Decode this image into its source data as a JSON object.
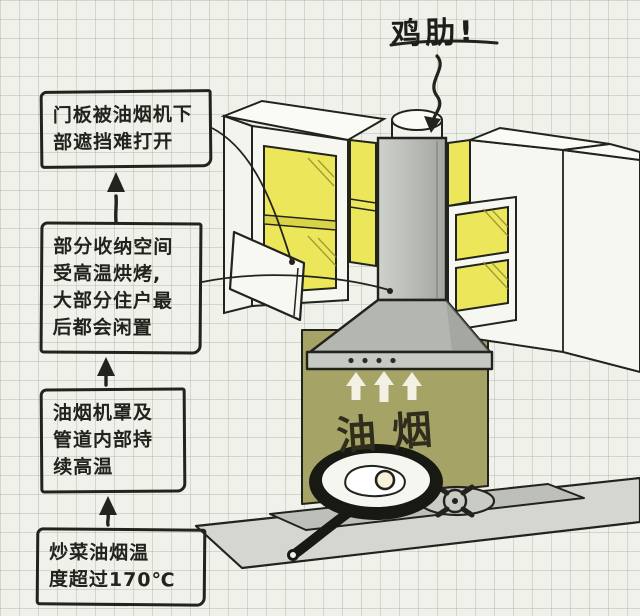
{
  "callouts": {
    "jilei": "鸡肋!",
    "fume": "油烟"
  },
  "boxes": [
    {
      "id": "door-blocked",
      "text": "门板被油烟机下\n部遮挡难打开"
    },
    {
      "id": "storage-baked",
      "text": "部分收纳空间\n受高温烘烤,\n大部分住户最\n后都会闲置"
    },
    {
      "id": "duct-hot",
      "text": "油烟机罩及\n管道内部持\n续高温"
    },
    {
      "id": "fume-temp",
      "text": "炒菜油烟温\n度超过170℃"
    }
  ],
  "colors": {
    "paper": "#f0f1ea",
    "ink": "#23231e",
    "cabinet_yellow": "#ece75a",
    "wall_olive": "#a6a367",
    "hood_gray": "#b4b6b1",
    "counter_gray": "#d5d6d1",
    "steam_white": "#f3f1e3"
  }
}
